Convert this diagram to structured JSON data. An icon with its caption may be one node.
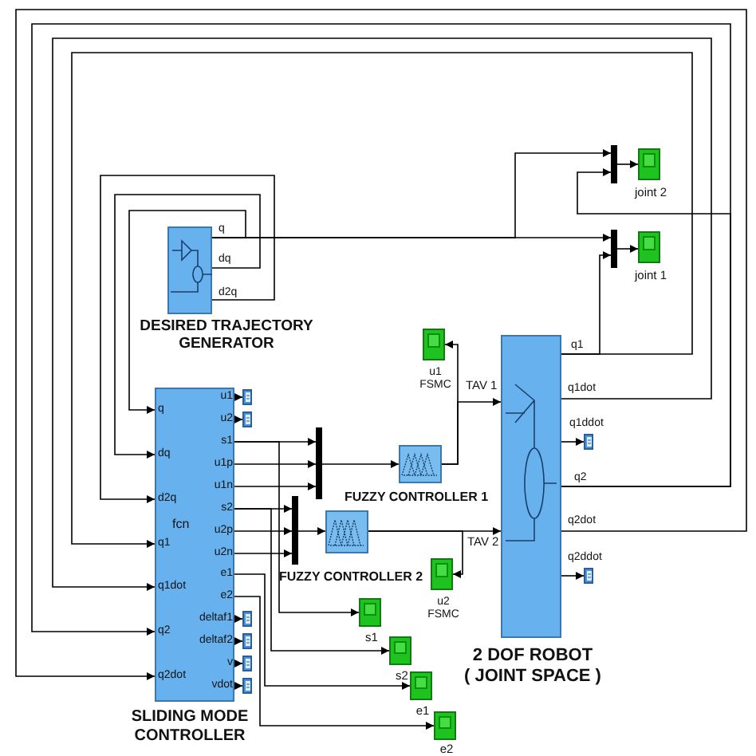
{
  "diagram": {
    "nodes": [
      {
        "text": [
          "DESIRED TRAJECTORY GENERATOR"
        ]
      },
      {
        "text": [
          "fcn",
          "SLIDING MODE CONTROLLER"
        ]
      },
      {
        "text": [],
        "shape": "bar"
      },
      {
        "text": [
          "FUZZY CONTROLLER 1"
        ]
      },
      {
        "text": [],
        "shape": "bar"
      },
      {
        "text": [
          "FUZZY CONTROLLER 2"
        ]
      },
      {
        "text": [
          "2 DOF ROBOT ( JOINT SPACE )"
        ]
      },
      {
        "text": [
          "u1 FSMC"
        ]
      },
      {
        "text": [
          "u2 FSMC"
        ]
      },
      {
        "text": [
          "s1"
        ]
      },
      {
        "text": [
          "s2"
        ]
      },
      {
        "text": [
          "e1"
        ]
      },
      {
        "text": [
          "e2"
        ]
      },
      {
        "text": [],
        "shape": "bar"
      },
      {
        "text": [
          "joint 2"
        ]
      },
      {
        "text": [],
        "shape": "bar"
      },
      {
        "text": [
          "joint 1"
        ]
      },
      {
        "text": [],
        "shape": "box"
      },
      {
        "text": [],
        "shape": "box"
      },
      {
        "text": [],
        "shape": "box"
      },
      {
        "text": [],
        "shape": "box"
      },
      {
        "text": [],
        "shape": "box"
      },
      {
        "text": [],
        "shape": "box"
      },
      {
        "text": [],
        "shape": "box"
      },
      {
        "text": [],
        "shape": "box"
      }
    ],
    "edges": [
      {
        "from": 0,
        "to": 1,
        "arrow": "to"
      },
      {
        "from": 0,
        "to": 1,
        "arrow": "to"
      },
      {
        "from": 0,
        "to": 1,
        "arrow": "to"
      },
      {
        "from": 0,
        "to": 13,
        "arrow": "to"
      },
      {
        "from": 0,
        "to": 15,
        "arrow": "to"
      },
      {
        "from": 6,
        "to": 1,
        "arrow": "to"
      },
      {
        "from": 6,
        "to": 1,
        "arrow": "to"
      },
      {
        "from": 6,
        "to": 1,
        "arrow": "to"
      },
      {
        "from": 6,
        "to": 1,
        "arrow": "to"
      },
      {
        "from": 6,
        "to": 15,
        "arrow": "to"
      },
      {
        "from": 6,
        "to": 13,
        "arrow": "to"
      },
      {
        "from": 6,
        "to": 23,
        "arrow": "to"
      },
      {
        "from": 6,
        "to": 24,
        "arrow": "to"
      },
      {
        "from": 1,
        "to": 17,
        "arrow": "to"
      },
      {
        "from": 1,
        "to": 18,
        "arrow": "to"
      },
      {
        "from": 1,
        "to": 2,
        "arrow": "to"
      },
      {
        "from": 1,
        "to": 2,
        "arrow": "to"
      },
      {
        "from": 1,
        "to": 2,
        "arrow": "to"
      },
      {
        "from": 1,
        "to": 4,
        "arrow": "to"
      },
      {
        "from": 1,
        "to": 4,
        "arrow": "to"
      },
      {
        "from": 1,
        "to": 4,
        "arrow": "to"
      },
      {
        "from": 1,
        "to": 9,
        "arrow": "to"
      },
      {
        "from": 1,
        "to": 10,
        "arrow": "to"
      },
      {
        "from": 1,
        "to": 11,
        "arrow": "to"
      },
      {
        "from": 1,
        "to": 12,
        "arrow": "to"
      },
      {
        "from": 1,
        "to": 19,
        "arrow": "to"
      },
      {
        "from": 1,
        "to": 20,
        "arrow": "to"
      },
      {
        "from": 1,
        "to": 21,
        "arrow": "to"
      },
      {
        "from": 1,
        "to": 22,
        "arrow": "to"
      },
      {
        "from": 2,
        "to": 3,
        "arrow": "to"
      },
      {
        "from": 3,
        "to": 6,
        "arrow": "to",
        "label": "TAV 1"
      },
      {
        "from": 3,
        "to": 7,
        "arrow": "to"
      },
      {
        "from": 4,
        "to": 5,
        "arrow": "to"
      },
      {
        "from": 5,
        "to": 6,
        "arrow": "to",
        "label": "TAV 2"
      },
      {
        "from": 5,
        "to": 8,
        "arrow": "to"
      },
      {
        "from": 13,
        "to": 14,
        "arrow": "to"
      },
      {
        "from": 15,
        "to": 16,
        "arrow": "to"
      }
    ],
    "labels": [
      "q",
      "dq",
      "d2q",
      "q",
      "dq",
      "d2q",
      "q1",
      "q1dot",
      "q2",
      "q2dot",
      "u1",
      "u2",
      "s1",
      "u1p",
      "u1n",
      "s2",
      "u2p",
      "u2n",
      "e1",
      "e2",
      "deltaf1",
      "deltaf2",
      "v",
      "vdot",
      "q1",
      "q1dot",
      "q1ddot",
      "q2",
      "q2dot",
      "q2ddot"
    ]
  }
}
